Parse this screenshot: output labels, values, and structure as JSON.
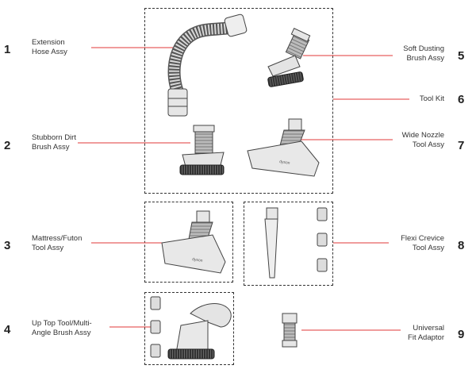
{
  "accent_color": "#e03a3a",
  "parts": [
    {
      "number": "1",
      "lines": [
        "Extension",
        "Hose Assy"
      ]
    },
    {
      "number": "2",
      "lines": [
        "Stubborn Dirt",
        "Brush Assy"
      ]
    },
    {
      "number": "3",
      "lines": [
        "Mattress/Futon",
        "Tool Assy"
      ]
    },
    {
      "number": "4",
      "lines": [
        "Up Top Tool/Multi-",
        "Angle Brush Assy"
      ]
    },
    {
      "number": "5",
      "lines": [
        "Soft Dusting",
        "Brush Assy"
      ]
    },
    {
      "number": "6",
      "lines": [
        "Tool Kit"
      ]
    },
    {
      "number": "7",
      "lines": [
        "Wide Nozzle",
        "Tool Assy"
      ]
    },
    {
      "number": "8",
      "lines": [
        "Flexi Crevice",
        "Tool Assy"
      ]
    },
    {
      "number": "9",
      "lines": [
        "Universal",
        "Fit Adaptor"
      ]
    }
  ]
}
